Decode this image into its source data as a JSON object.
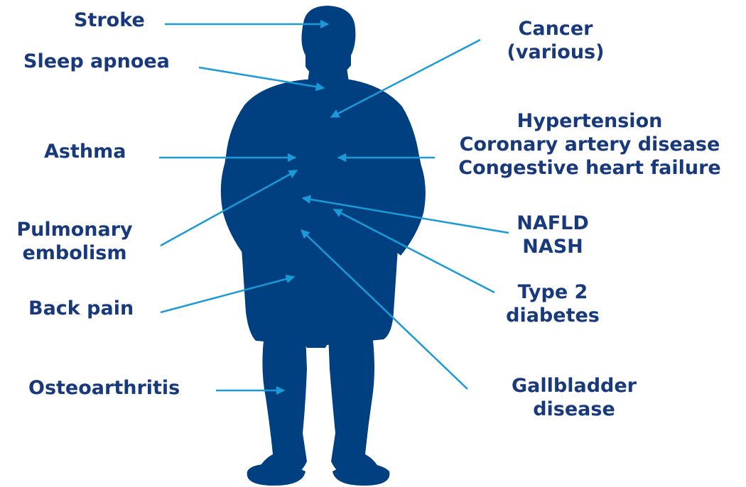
{
  "colors": {
    "silhouette": "#003f80",
    "arrow": "#1a9ad6",
    "text": "#183a7c"
  },
  "labels": {
    "stroke": [
      "Stroke"
    ],
    "sleep_apnoea": [
      "Sleep apnoea"
    ],
    "asthma": [
      "Asthma"
    ],
    "pulmonary_embolism": [
      "Pulmonary",
      "embolism"
    ],
    "back_pain": [
      "Back pain"
    ],
    "osteoarthritis": [
      "Osteoarthritis"
    ],
    "cancer": [
      "Cancer",
      "(various)"
    ],
    "cardio": [
      "Hypertension",
      "Coronary artery disease",
      "Congestive heart failure"
    ],
    "liver": [
      "NAFLD",
      "NASH"
    ],
    "diabetes": [
      "Type 2",
      "diabetes"
    ],
    "gallbladder": [
      "Gallbladder",
      "disease"
    ]
  }
}
